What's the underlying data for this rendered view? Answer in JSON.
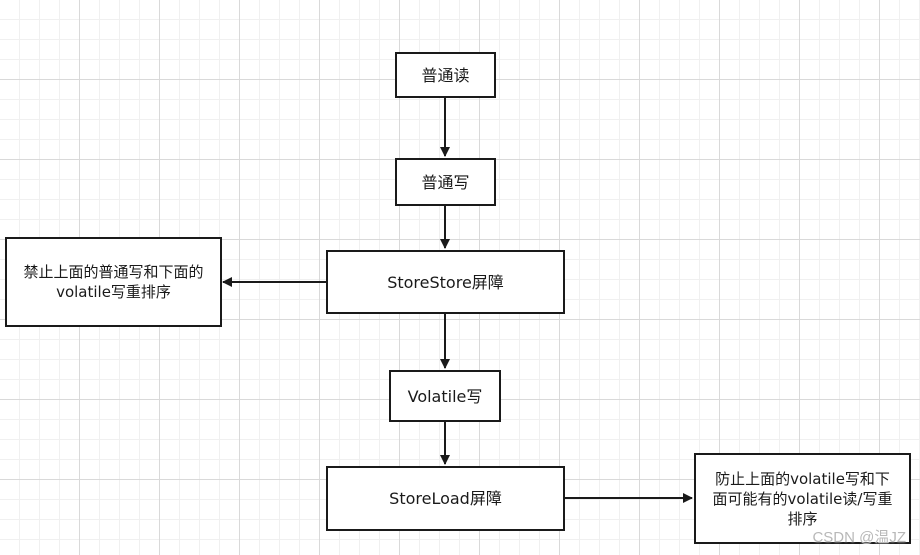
{
  "diagram": {
    "nodes": {
      "normal_read": "普通读",
      "normal_write": "普通写",
      "storestore": "StoreStore屏障",
      "volatile_write": "Volatile写",
      "storeload": "StoreLoad屏障",
      "note_storestore": [
        "禁止上面的普通写和下面的",
        "volatile写重排序"
      ],
      "note_storeload": [
        "防止上面的volatile写和下",
        "面可能有的volatile读/写重",
        "排序"
      ]
    },
    "line_color": "#1a1a1a",
    "fill_color": "#ffffff"
  },
  "watermark": "CSDN @温JZ"
}
